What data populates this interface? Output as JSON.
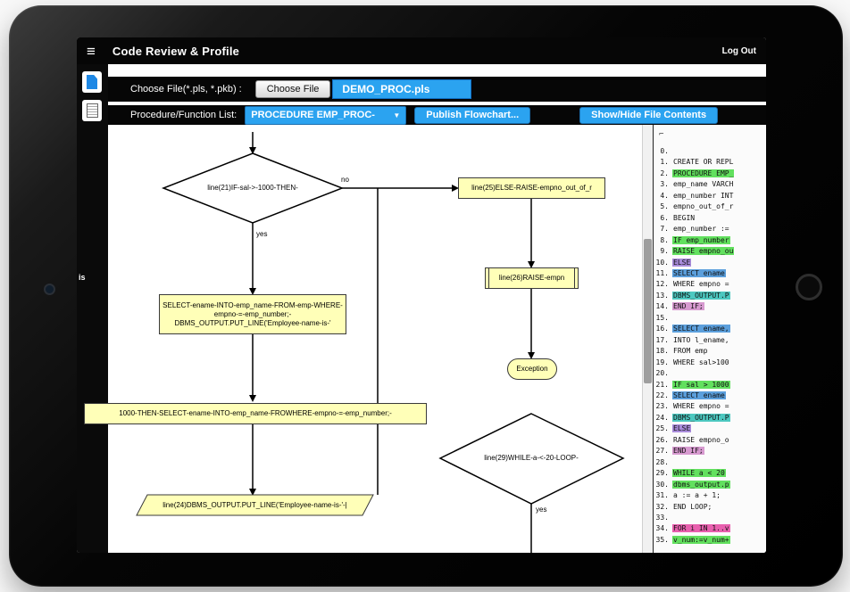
{
  "navbar": {
    "menu_icon": "≡",
    "title": "Code Review & Profile",
    "logout": "Log Out"
  },
  "sidebar": {
    "partial_text": "is"
  },
  "toolbar": {
    "choose_file_label": "Choose File(*.pls, *.pkb) :",
    "choose_file_button": "Choose File",
    "file_name": "DEMO_PROC.pls",
    "proc_list_label": "Procedure/Function List:",
    "proc_dropdown": "PROCEDURE EMP_PROC-",
    "dropdown_caret": "▼",
    "publish_button": "Publish Flowchart...",
    "toggle_button": "Show/Hide File Contents"
  },
  "flowchart": {
    "diamond_if": "line(21)IF-sal->-1000-THEN-",
    "no_label": "no",
    "yes_label": "yes",
    "yes2_label": "yes",
    "box_select": "SELECT-ename-INTO-emp_name-FROM-emp-WHERE-empno-=-emp_number;-DBMS_OUTPUT.PUT_LINE('Employee-name-is-'",
    "box_then": "1000-THEN-SELECT-ename-INTO-emp_name-FROWHERE-empno-=-emp_number;-",
    "para_output": "line(24)DBMS_OUTPUT.PUT_LINE('Employee-name-is-'-|",
    "box_else": "line(25)ELSE-RAISE-empno_out_of_r",
    "box_raise": "line(26)RAISE-empn",
    "terminator": "Exception",
    "diamond_while": "line(29)WHILE-a-<-20-LOOP-"
  },
  "colors": {
    "green": "#62e05e",
    "blue": "#5b9fdc",
    "teal": "#4cc8c0",
    "purple": "#a98cdb",
    "pink": "#d79ad0",
    "magenta": "#e85fae"
  },
  "code_panel": {
    "mark": "⌐",
    "lines": [
      {
        "n": 0,
        "t": "",
        "hl": null
      },
      {
        "n": 1,
        "t": "CREATE OR REPL",
        "hl": null
      },
      {
        "n": 2,
        "t": "PROCEDURE EMP_",
        "hl": "green"
      },
      {
        "n": 3,
        "t": "emp_name VARCH",
        "hl": null
      },
      {
        "n": 4,
        "t": "emp_number INT",
        "hl": null
      },
      {
        "n": 5,
        "t": "empno_out_of_r",
        "hl": null
      },
      {
        "n": 6,
        "t": "BEGIN",
        "hl": null
      },
      {
        "n": 7,
        "t": "emp_number :=",
        "hl": null
      },
      {
        "n": 8,
        "t": "IF emp_number",
        "hl": "green"
      },
      {
        "n": 9,
        "t": "RAISE empno_ou",
        "hl": "green"
      },
      {
        "n": 10,
        "t": "ELSE",
        "hl": "purple"
      },
      {
        "n": 11,
        "t": "SELECT ename",
        "hl": "blue"
      },
      {
        "n": 12,
        "t": "WHERE empno =",
        "hl": null
      },
      {
        "n": 13,
        "t": "DBMS_OUTPUT.P",
        "hl": "teal"
      },
      {
        "n": 14,
        "t": "END IF;",
        "hl": "pink"
      },
      {
        "n": 15,
        "t": "",
        "hl": null
      },
      {
        "n": 16,
        "t": "SELECT ename,",
        "hl": "blue"
      },
      {
        "n": 17,
        "t": "INTO l_ename,",
        "hl": null
      },
      {
        "n": 18,
        "t": "FROM emp",
        "hl": null
      },
      {
        "n": 19,
        "t": "WHERE sal>100",
        "hl": null
      },
      {
        "n": 20,
        "t": "",
        "hl": null
      },
      {
        "n": 21,
        "t": "IF sal > 1000",
        "hl": "green"
      },
      {
        "n": 22,
        "t": "SELECT ename",
        "hl": "blue"
      },
      {
        "n": 23,
        "t": "WHERE empno =",
        "hl": null
      },
      {
        "n": 24,
        "t": "DBMS_OUTPUT.P",
        "hl": "teal"
      },
      {
        "n": 25,
        "t": "ELSE",
        "hl": "purple"
      },
      {
        "n": 26,
        "t": "RAISE empno_o",
        "hl": null
      },
      {
        "n": 27,
        "t": "END IF;",
        "hl": "pink"
      },
      {
        "n": 28,
        "t": "",
        "hl": null
      },
      {
        "n": 29,
        "t": "WHILE a < 20",
        "hl": "green"
      },
      {
        "n": 30,
        "t": "dbms_output.p",
        "hl": "green"
      },
      {
        "n": 31,
        "t": "a := a + 1;",
        "hl": null
      },
      {
        "n": 32,
        "t": "END LOOP;",
        "hl": null
      },
      {
        "n": 33,
        "t": "",
        "hl": null
      },
      {
        "n": 34,
        "t": "FOR i IN 1..v",
        "hl": "magenta"
      },
      {
        "n": 35,
        "t": "v_num:=v_num+",
        "hl": "green"
      }
    ]
  }
}
